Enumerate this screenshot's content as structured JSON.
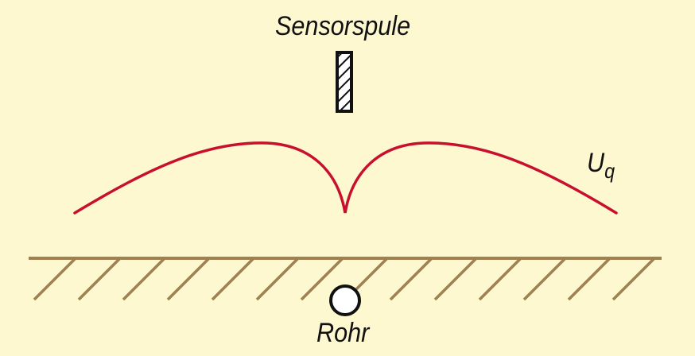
{
  "labels": {
    "sensor": "Sensorspule",
    "pipe": "Rohr",
    "signal_main": "U",
    "signal_sub": "q"
  },
  "colors": {
    "background": "#fdf8d0",
    "signal_curve": "#c8102e",
    "ground": "#a0804e",
    "outline": "#111111",
    "pipe_fill": "#ffffff"
  }
}
